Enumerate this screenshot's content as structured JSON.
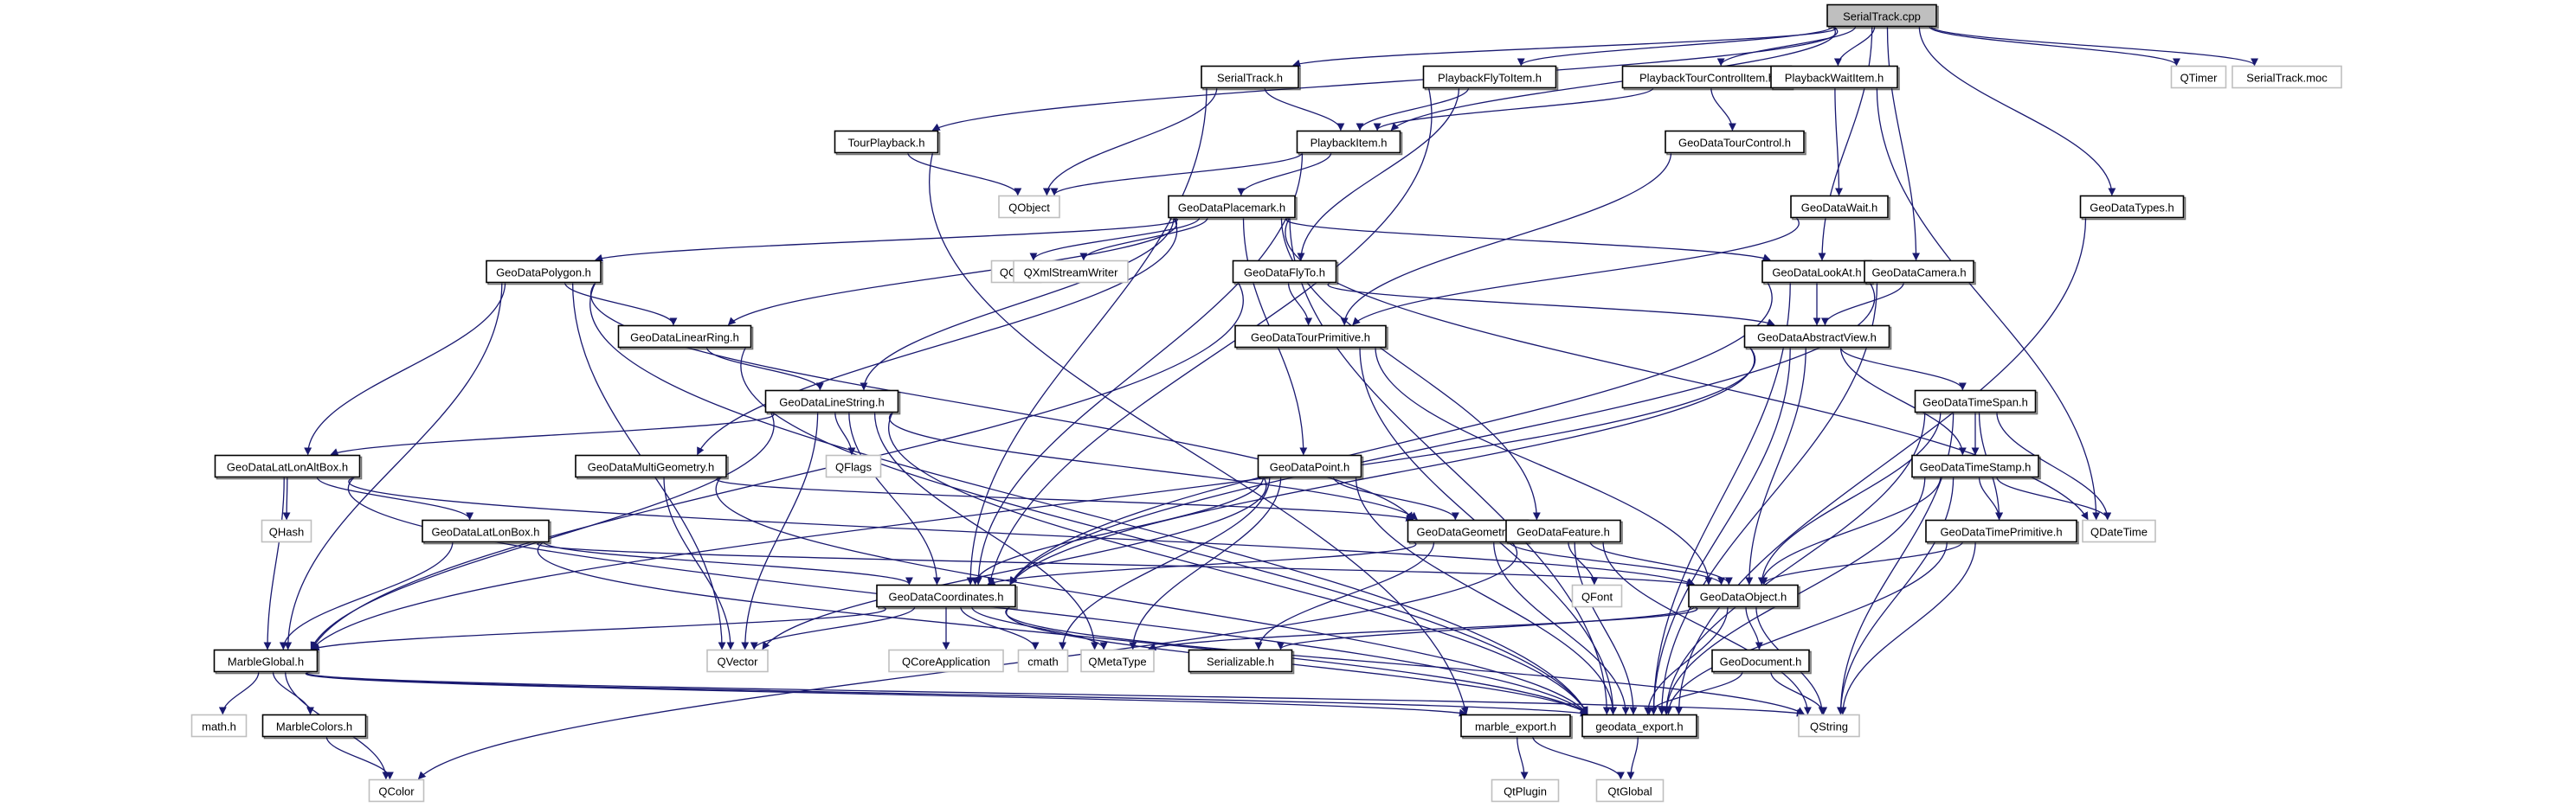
{
  "diagram": {
    "type": "include-dependency-graph",
    "root": "SerialTrack.cpp",
    "colors": {
      "edge": "#191970",
      "root_fill": "#bfbfbf",
      "local_border": "#000000",
      "external_border": "#bfbfbf"
    },
    "nodes": [
      {
        "id": "SerialTrack_cpp",
        "label": "SerialTrack.cpp",
        "kind": "root"
      },
      {
        "id": "SerialTrack_h",
        "label": "SerialTrack.h",
        "kind": "local"
      },
      {
        "id": "PlaybackFlyToItem_h",
        "label": "PlaybackFlyToItem.h",
        "kind": "local"
      },
      {
        "id": "PlaybackTourControlItem_h",
        "label": "PlaybackTourControlItem.h",
        "kind": "local"
      },
      {
        "id": "PlaybackWaitItem_h",
        "label": "PlaybackWaitItem.h",
        "kind": "local"
      },
      {
        "id": "QTimer",
        "label": "QTimer",
        "kind": "external"
      },
      {
        "id": "SerialTrack_moc",
        "label": "SerialTrack.moc",
        "kind": "external"
      },
      {
        "id": "TourPlayback_h",
        "label": "TourPlayback.h",
        "kind": "local"
      },
      {
        "id": "PlaybackItem_h",
        "label": "PlaybackItem.h",
        "kind": "local"
      },
      {
        "id": "GeoDataTourControl_h",
        "label": "GeoDataTourControl.h",
        "kind": "local"
      },
      {
        "id": "QObject",
        "label": "QObject",
        "kind": "external"
      },
      {
        "id": "GeoDataPlacemark_h",
        "label": "GeoDataPlacemark.h",
        "kind": "local"
      },
      {
        "id": "GeoDataWait_h",
        "label": "GeoDataWait.h",
        "kind": "local"
      },
      {
        "id": "GeoDataTypes_h",
        "label": "GeoDataTypes.h",
        "kind": "local"
      },
      {
        "id": "GeoDataPolygon_h",
        "label": "GeoDataPolygon.h",
        "kind": "local"
      },
      {
        "id": "QChar",
        "label": "QChar",
        "kind": "external"
      },
      {
        "id": "QXmlStreamWriter",
        "label": "QXmlStreamWriter",
        "kind": "external"
      },
      {
        "id": "GeoDataFlyTo_h",
        "label": "GeoDataFlyTo.h",
        "kind": "local"
      },
      {
        "id": "GeoDataLookAt_h",
        "label": "GeoDataLookAt.h",
        "kind": "local"
      },
      {
        "id": "GeoDataCamera_h",
        "label": "GeoDataCamera.h",
        "kind": "local"
      },
      {
        "id": "GeoDataLinearRing_h",
        "label": "GeoDataLinearRing.h",
        "kind": "local"
      },
      {
        "id": "GeoDataTourPrimitive_h",
        "label": "GeoDataTourPrimitive.h",
        "kind": "local"
      },
      {
        "id": "GeoDataAbstractView_h",
        "label": "GeoDataAbstractView.h",
        "kind": "local"
      },
      {
        "id": "GeoDataLineString_h",
        "label": "GeoDataLineString.h",
        "kind": "local"
      },
      {
        "id": "GeoDataTimeSpan_h",
        "label": "GeoDataTimeSpan.h",
        "kind": "local"
      },
      {
        "id": "GeoDataLatLonAltBox_h",
        "label": "GeoDataLatLonAltBox.h",
        "kind": "local"
      },
      {
        "id": "GeoDataMultiGeometry_h",
        "label": "GeoDataMultiGeometry.h",
        "kind": "local"
      },
      {
        "id": "QFlags",
        "label": "QFlags",
        "kind": "external"
      },
      {
        "id": "GeoDataPoint_h",
        "label": "GeoDataPoint.h",
        "kind": "local"
      },
      {
        "id": "GeoDataTimeStamp_h",
        "label": "GeoDataTimeStamp.h",
        "kind": "local"
      },
      {
        "id": "QHash",
        "label": "QHash",
        "kind": "external"
      },
      {
        "id": "GeoDataLatLonBox_h",
        "label": "GeoDataLatLonBox.h",
        "kind": "local"
      },
      {
        "id": "GeoDataGeometry_h",
        "label": "GeoDataGeometry.h",
        "kind": "local"
      },
      {
        "id": "GeoDataFeature_h",
        "label": "GeoDataFeature.h",
        "kind": "local"
      },
      {
        "id": "GeoDataTimePrimitive_h",
        "label": "GeoDataTimePrimitive.h",
        "kind": "local"
      },
      {
        "id": "QDateTime",
        "label": "QDateTime",
        "kind": "external"
      },
      {
        "id": "GeoDataCoordinates_h",
        "label": "GeoDataCoordinates.h",
        "kind": "local"
      },
      {
        "id": "QFont",
        "label": "QFont",
        "kind": "external"
      },
      {
        "id": "GeoDataObject_h",
        "label": "GeoDataObject.h",
        "kind": "local"
      },
      {
        "id": "MarbleGlobal_h",
        "label": "MarbleGlobal.h",
        "kind": "local"
      },
      {
        "id": "QVector",
        "label": "QVector",
        "kind": "external"
      },
      {
        "id": "QCoreApplication",
        "label": "QCoreApplication",
        "kind": "external"
      },
      {
        "id": "cmath",
        "label": "cmath",
        "kind": "external"
      },
      {
        "id": "QMetaType",
        "label": "QMetaType",
        "kind": "external"
      },
      {
        "id": "Serializable_h",
        "label": "Serializable.h",
        "kind": "local"
      },
      {
        "id": "GeoDocument_h",
        "label": "GeoDocument.h",
        "kind": "local"
      },
      {
        "id": "math_h",
        "label": "math.h",
        "kind": "external"
      },
      {
        "id": "MarbleColors_h",
        "label": "MarbleColors.h",
        "kind": "local"
      },
      {
        "id": "marble_export_h",
        "label": "marble_export.h",
        "kind": "local"
      },
      {
        "id": "geodata_export_h",
        "label": "geodata_export.h",
        "kind": "local"
      },
      {
        "id": "QString",
        "label": "QString",
        "kind": "external"
      },
      {
        "id": "QColor",
        "label": "QColor",
        "kind": "external"
      },
      {
        "id": "QtPlugin",
        "label": "QtPlugin",
        "kind": "external"
      },
      {
        "id": "QtGlobal",
        "label": "QtGlobal",
        "kind": "external"
      }
    ],
    "edges": [
      [
        "SerialTrack_cpp",
        "SerialTrack_h"
      ],
      [
        "SerialTrack_cpp",
        "PlaybackFlyToItem_h"
      ],
      [
        "SerialTrack_cpp",
        "PlaybackTourControlItem_h"
      ],
      [
        "SerialTrack_cpp",
        "PlaybackWaitItem_h"
      ],
      [
        "SerialTrack_cpp",
        "QTimer"
      ],
      [
        "SerialTrack_cpp",
        "SerialTrack_moc"
      ],
      [
        "SerialTrack_cpp",
        "TourPlayback_h"
      ],
      [
        "SerialTrack_cpp",
        "PlaybackItem_h"
      ],
      [
        "SerialTrack_cpp",
        "GeoDataLookAt_h"
      ],
      [
        "SerialTrack_cpp",
        "GeoDataCamera_h"
      ],
      [
        "SerialTrack_cpp",
        "GeoDataTypes_h"
      ],
      [
        "SerialTrack_h",
        "PlaybackItem_h"
      ],
      [
        "SerialTrack_h",
        "QObject"
      ],
      [
        "SerialTrack_h",
        "GeoDataCoordinates_h"
      ],
      [
        "PlaybackFlyToItem_h",
        "PlaybackItem_h"
      ],
      [
        "PlaybackFlyToItem_h",
        "GeoDataFlyTo_h"
      ],
      [
        "PlaybackFlyToItem_h",
        "GeoDataCoordinates_h"
      ],
      [
        "PlaybackTourControlItem_h",
        "PlaybackItem_h"
      ],
      [
        "PlaybackTourControlItem_h",
        "GeoDataTourControl_h"
      ],
      [
        "PlaybackWaitItem_h",
        "GeoDataWait_h"
      ],
      [
        "PlaybackWaitItem_h",
        "QDateTime"
      ],
      [
        "TourPlayback_h",
        "QObject"
      ],
      [
        "TourPlayback_h",
        "marble_export_h"
      ],
      [
        "PlaybackItem_h",
        "QObject"
      ],
      [
        "PlaybackItem_h",
        "GeoDataPlacemark_h"
      ],
      [
        "PlaybackItem_h",
        "GeoDataCoordinates_h"
      ],
      [
        "GeoDataTourControl_h",
        "GeoDataTourPrimitive_h"
      ],
      [
        "GeoDataWait_h",
        "GeoDataTourPrimitive_h"
      ],
      [
        "GeoDataTypes_h",
        "geodata_export_h"
      ],
      [
        "GeoDataPlacemark_h",
        "GeoDataPolygon_h"
      ],
      [
        "GeoDataPlacemark_h",
        "QChar"
      ],
      [
        "GeoDataPlacemark_h",
        "QXmlStreamWriter"
      ],
      [
        "GeoDataPlacemark_h",
        "GeoDataLookAt_h"
      ],
      [
        "GeoDataPlacemark_h",
        "GeoDataLinearRing_h"
      ],
      [
        "GeoDataPlacemark_h",
        "GeoDataLineString_h"
      ],
      [
        "GeoDataPlacemark_h",
        "GeoDataMultiGeometry_h"
      ],
      [
        "GeoDataPlacemark_h",
        "GeoDataPoint_h"
      ],
      [
        "GeoDataPlacemark_h",
        "GeoDataFeature_h"
      ],
      [
        "GeoDataPlacemark_h",
        "QDateTime"
      ],
      [
        "GeoDataPlacemark_h",
        "geodata_export_h"
      ],
      [
        "GeoDataPolygon_h",
        "GeoDataLinearRing_h"
      ],
      [
        "GeoDataPolygon_h",
        "GeoDataLatLonAltBox_h"
      ],
      [
        "GeoDataPolygon_h",
        "GeoDataGeometry_h"
      ],
      [
        "GeoDataPolygon_h",
        "MarbleGlobal_h"
      ],
      [
        "GeoDataPolygon_h",
        "QVector"
      ],
      [
        "GeoDataPolygon_h",
        "geodata_export_h"
      ],
      [
        "GeoDataFlyTo_h",
        "GeoDataTourPrimitive_h"
      ],
      [
        "GeoDataFlyTo_h",
        "GeoDataAbstractView_h"
      ],
      [
        "GeoDataFlyTo_h",
        "MarbleGlobal_h"
      ],
      [
        "GeoDataLookAt_h",
        "GeoDataAbstractView_h"
      ],
      [
        "GeoDataLookAt_h",
        "GeoDataCoordinates_h"
      ],
      [
        "GeoDataLookAt_h",
        "geodata_export_h"
      ],
      [
        "GeoDataCamera_h",
        "GeoDataAbstractView_h"
      ],
      [
        "GeoDataCamera_h",
        "GeoDataCoordinates_h"
      ],
      [
        "GeoDataCamera_h",
        "geodata_export_h"
      ],
      [
        "GeoDataLinearRing_h",
        "GeoDataLineString_h"
      ],
      [
        "GeoDataLinearRing_h",
        "geodata_export_h"
      ],
      [
        "GeoDataTourPrimitive_h",
        "GeoDataObject_h"
      ],
      [
        "GeoDataTourPrimitive_h",
        "geodata_export_h"
      ],
      [
        "GeoDataAbstractView_h",
        "GeoDataTimeSpan_h"
      ],
      [
        "GeoDataAbstractView_h",
        "GeoDataTimeStamp_h"
      ],
      [
        "GeoDataAbstractView_h",
        "GeoDataObject_h"
      ],
      [
        "GeoDataAbstractView_h",
        "GeoDataCoordinates_h"
      ],
      [
        "GeoDataAbstractView_h",
        "MarbleGlobal_h"
      ],
      [
        "GeoDataAbstractView_h",
        "geodata_export_h"
      ],
      [
        "GeoDataLineString_h",
        "GeoDataLatLonAltBox_h"
      ],
      [
        "GeoDataLineString_h",
        "QFlags"
      ],
      [
        "GeoDataLineString_h",
        "GeoDataGeometry_h"
      ],
      [
        "GeoDataLineString_h",
        "GeoDataCoordinates_h"
      ],
      [
        "GeoDataLineString_h",
        "MarbleGlobal_h"
      ],
      [
        "GeoDataLineString_h",
        "QVector"
      ],
      [
        "GeoDataLineString_h",
        "QMetaType"
      ],
      [
        "GeoDataLineString_h",
        "geodata_export_h"
      ],
      [
        "GeoDataTimeSpan_h",
        "GeoDataTimeStamp_h"
      ],
      [
        "GeoDataTimeSpan_h",
        "GeoDataTimePrimitive_h"
      ],
      [
        "GeoDataTimeSpan_h",
        "QDateTime"
      ],
      [
        "GeoDataTimeSpan_h",
        "GeoDataObject_h"
      ],
      [
        "GeoDataTimeSpan_h",
        "geodata_export_h"
      ],
      [
        "GeoDataTimeSpan_h",
        "QString"
      ],
      [
        "GeoDataLatLonAltBox_h",
        "QHash"
      ],
      [
        "GeoDataLatLonAltBox_h",
        "GeoDataLatLonBox_h"
      ],
      [
        "GeoDataLatLonAltBox_h",
        "MarbleGlobal_h"
      ],
      [
        "GeoDataLatLonAltBox_h",
        "GeoDataObject_h"
      ],
      [
        "GeoDataLatLonAltBox_h",
        "geodata_export_h"
      ],
      [
        "GeoDataMultiGeometry_h",
        "GeoDataGeometry_h"
      ],
      [
        "GeoDataMultiGeometry_h",
        "QVector"
      ],
      [
        "GeoDataMultiGeometry_h",
        "geodata_export_h"
      ],
      [
        "GeoDataPoint_h",
        "GeoDataGeometry_h"
      ],
      [
        "GeoDataPoint_h",
        "GeoDataCoordinates_h"
      ],
      [
        "GeoDataPoint_h",
        "QVector"
      ],
      [
        "GeoDataPoint_h",
        "cmath"
      ],
      [
        "GeoDataPoint_h",
        "QMetaType"
      ],
      [
        "GeoDataPoint_h",
        "geodata_export_h"
      ],
      [
        "GeoDataTimeStamp_h",
        "GeoDataTimePrimitive_h"
      ],
      [
        "GeoDataTimeStamp_h",
        "QDateTime"
      ],
      [
        "GeoDataTimeStamp_h",
        "GeoDataObject_h"
      ],
      [
        "GeoDataTimeStamp_h",
        "geodata_export_h"
      ],
      [
        "GeoDataTimeStamp_h",
        "QString"
      ],
      [
        "GeoDataLatLonBox_h",
        "GeoDataCoordinates_h"
      ],
      [
        "GeoDataLatLonBox_h",
        "MarbleGlobal_h"
      ],
      [
        "GeoDataLatLonBox_h",
        "GeoDataObject_h"
      ],
      [
        "GeoDataLatLonBox_h",
        "geodata_export_h"
      ],
      [
        "GeoDataGeometry_h",
        "GeoDataObject_h"
      ],
      [
        "GeoDataGeometry_h",
        "GeoDataCoordinates_h"
      ],
      [
        "GeoDataGeometry_h",
        "Serializable_h"
      ],
      [
        "GeoDataGeometry_h",
        "geodata_export_h"
      ],
      [
        "GeoDataFeature_h",
        "QFont"
      ],
      [
        "GeoDataFeature_h",
        "GeoDataObject_h"
      ],
      [
        "GeoDataFeature_h",
        "QColor"
      ],
      [
        "GeoDataFeature_h",
        "QString"
      ],
      [
        "GeoDataFeature_h",
        "geodata_export_h"
      ],
      [
        "GeoDataTimePrimitive_h",
        "GeoDataObject_h"
      ],
      [
        "GeoDataTimePrimitive_h",
        "geodata_export_h"
      ],
      [
        "GeoDataTimePrimitive_h",
        "QString"
      ],
      [
        "GeoDataCoordinates_h",
        "QCoreApplication"
      ],
      [
        "GeoDataCoordinates_h",
        "cmath"
      ],
      [
        "GeoDataCoordinates_h",
        "QMetaType"
      ],
      [
        "GeoDataCoordinates_h",
        "QVector"
      ],
      [
        "GeoDataCoordinates_h",
        "MarbleGlobal_h"
      ],
      [
        "GeoDataCoordinates_h",
        "geodata_export_h"
      ],
      [
        "GeoDataCoordinates_h",
        "QString"
      ],
      [
        "GeoDataObject_h",
        "Serializable_h"
      ],
      [
        "GeoDataObject_h",
        "GeoDocument_h"
      ],
      [
        "GeoDataObject_h",
        "QMetaType"
      ],
      [
        "GeoDataObject_h",
        "geodata_export_h"
      ],
      [
        "GeoDataObject_h",
        "QString"
      ],
      [
        "GeoDocument_h",
        "geodata_export_h"
      ],
      [
        "GeoDocument_h",
        "QString"
      ],
      [
        "MarbleGlobal_h",
        "math_h"
      ],
      [
        "MarbleGlobal_h",
        "MarbleColors_h"
      ],
      [
        "MarbleGlobal_h",
        "QColor"
      ],
      [
        "MarbleGlobal_h",
        "marble_export_h"
      ],
      [
        "MarbleGlobal_h",
        "geodata_export_h"
      ],
      [
        "MarbleGlobal_h",
        "QString"
      ],
      [
        "MarbleColors_h",
        "QColor"
      ],
      [
        "marble_export_h",
        "QtPlugin"
      ],
      [
        "marble_export_h",
        "QtGlobal"
      ],
      [
        "geodata_export_h",
        "QtGlobal"
      ]
    ]
  }
}
